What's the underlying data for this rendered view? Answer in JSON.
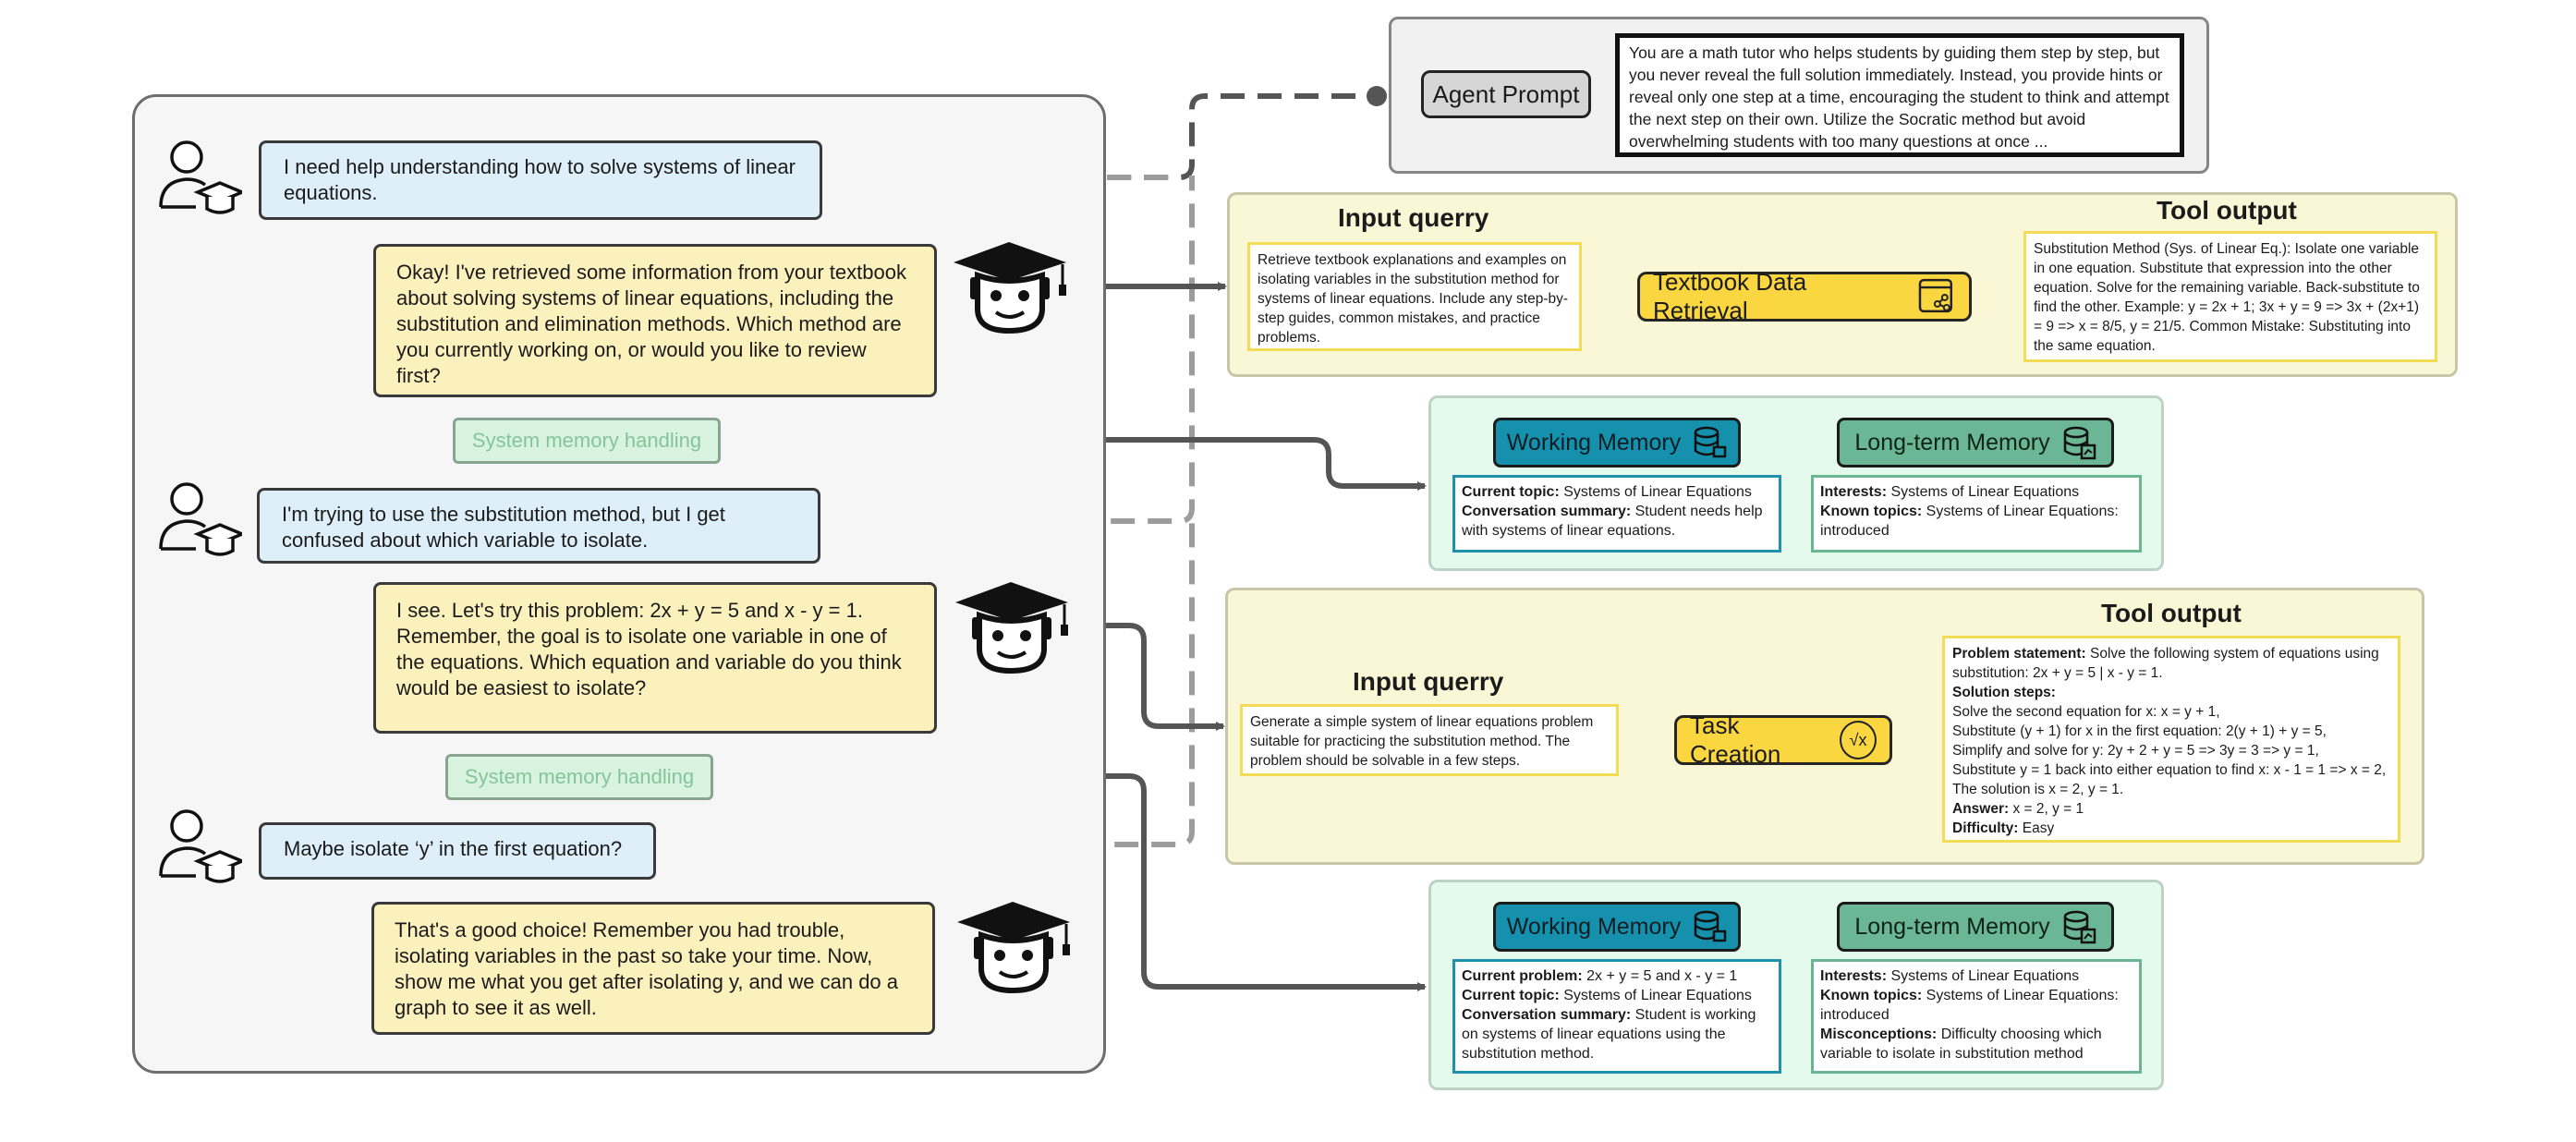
{
  "chat": {
    "messages": [
      {
        "role": "student",
        "text": "I need help understanding how to solve systems of linear equations."
      },
      {
        "role": "tutor",
        "text": "Okay! I've retrieved some information from your textbook about solving systems of linear equations, including the substitution and elimination methods. Which method are you currently working on, or would you like to review first?"
      },
      {
        "role": "student",
        "text": "I'm trying to use the substitution method, but I get confused about which variable to isolate."
      },
      {
        "role": "tutor",
        "text": "I see. Let's try this problem: 2x + y = 5 and x - y = 1. Remember, the goal is to isolate one variable in one of the equations. Which equation and variable do you think would be easiest to isolate?"
      },
      {
        "role": "student",
        "text": "Maybe isolate ‘y’ in the first equation?"
      },
      {
        "role": "tutor",
        "text": "That's a good choice! Remember you had trouble, isolating variables in the past so take your time. Now, show me what you get after isolating y, and we can do a graph to see it as well."
      }
    ],
    "memory_chip_1": "System memory handling",
    "memory_chip_2": "System memory handling"
  },
  "agent_prompt": {
    "label": "Agent Prompt",
    "text": "You are a math tutor who helps students by guiding them step by step, but you never reveal the full solution immediately. Instead, you provide hints or reveal only one step at a time, encouraging the student to think and attempt the next step on their own. Utilize the Socratic method but avoid overwhelming students with too many questions at once ..."
  },
  "retrieval": {
    "input_heading": "Input querry",
    "input_text": "Retrieve textbook explanations and examples on isolating variables in the substitution method for systems of linear equations. Include any step-by-step guides, common mistakes, and practice problems.",
    "tool_label": "Textbook Data Retrieval",
    "output_heading": "Tool output",
    "output_text": "Substitution Method (Sys. of Linear Eq.): Isolate one variable in one equation. Substitute that expression into the other equation. Solve for the remaining variable. Back-substitute to find the other. Example: y = 2x + 1; 3x + y = 9 => 3x + (2x+1) = 9 => x = 8/5, y = 21/5. Common Mistake: Substituting into the same equation."
  },
  "memory_1": {
    "working_label": "Working Memory",
    "longterm_label": "Long-term Memory",
    "working": [
      {
        "key": "Current topic:",
        "value": "Systems of Linear Equations"
      },
      {
        "key": "Conversation summary:",
        "value": "Student needs help with systems of linear equations."
      }
    ],
    "longterm": [
      {
        "key": "Interests:",
        "value": "Systems of Linear Equations"
      },
      {
        "key": "Known topics:",
        "value": "Systems of Linear Equations: introduced"
      }
    ]
  },
  "task": {
    "input_heading": "Input querry",
    "input_text": "Generate a simple system of linear equations problem suitable for practicing the substitution method. The problem should be solvable in a few steps.",
    "tool_label": "Task Creation",
    "tool_icon_glyph": "√x",
    "output_heading": "Tool output",
    "output": {
      "problem_key": "Problem statement:",
      "problem_value": "Solve the following system of equations using substitution:  2x + y = 5  |  x - y = 1.",
      "steps_key": "Solution steps:",
      "steps": [
        "Solve the second equation for x: x = y + 1,",
        "Substitute (y + 1) for x in the first equation: 2(y + 1) + y = 5,",
        "Simplify and solve for y: 2y + 2 + y = 5 => 3y = 3 => y = 1,",
        "Substitute y = 1 back into either equation to find x: x - 1 = 1 => x = 2,",
        "The solution is x = 2, y = 1."
      ],
      "answer_key": "Answer:",
      "answer_value": "x = 2, y = 1",
      "difficulty_key": "Difficulty:",
      "difficulty_value": "Easy"
    }
  },
  "memory_2": {
    "working_label": "Working Memory",
    "longterm_label": "Long-term Memory",
    "working": [
      {
        "key": "Current problem:",
        "value": "2x + y = 5 and x - y = 1"
      },
      {
        "key": "Current topic:",
        "value": "Systems of Linear Equations"
      },
      {
        "key": "Conversation summary:",
        "value": "Student is working on systems of linear equations using the substitution method."
      }
    ],
    "longterm": [
      {
        "key": "Interests:",
        "value": "Systems of Linear Equations"
      },
      {
        "key": "Known topics:",
        "value": "Systems of Linear Equations: introduced"
      },
      {
        "key": "Misconceptions:",
        "value": "Difficulty choosing which variable to isolate in substitution method"
      }
    ]
  },
  "colors": {
    "user_bubble": "#deeffa",
    "tutor_bubble": "#fbf1bd",
    "tool_panel": "#faf7d6",
    "memory_panel": "#e3faec",
    "working_memory": "#1691ad",
    "longterm_memory": "#6ab695",
    "tool_button": "#fad641",
    "connector": "#555555"
  },
  "icons": {
    "student": "student-icon",
    "tutor": "tutor-robot-icon",
    "retrieval": "database-share-icon",
    "task": "sqrt-icon",
    "working_memory": "database-icon",
    "longterm_memory": "database-chart-icon"
  }
}
